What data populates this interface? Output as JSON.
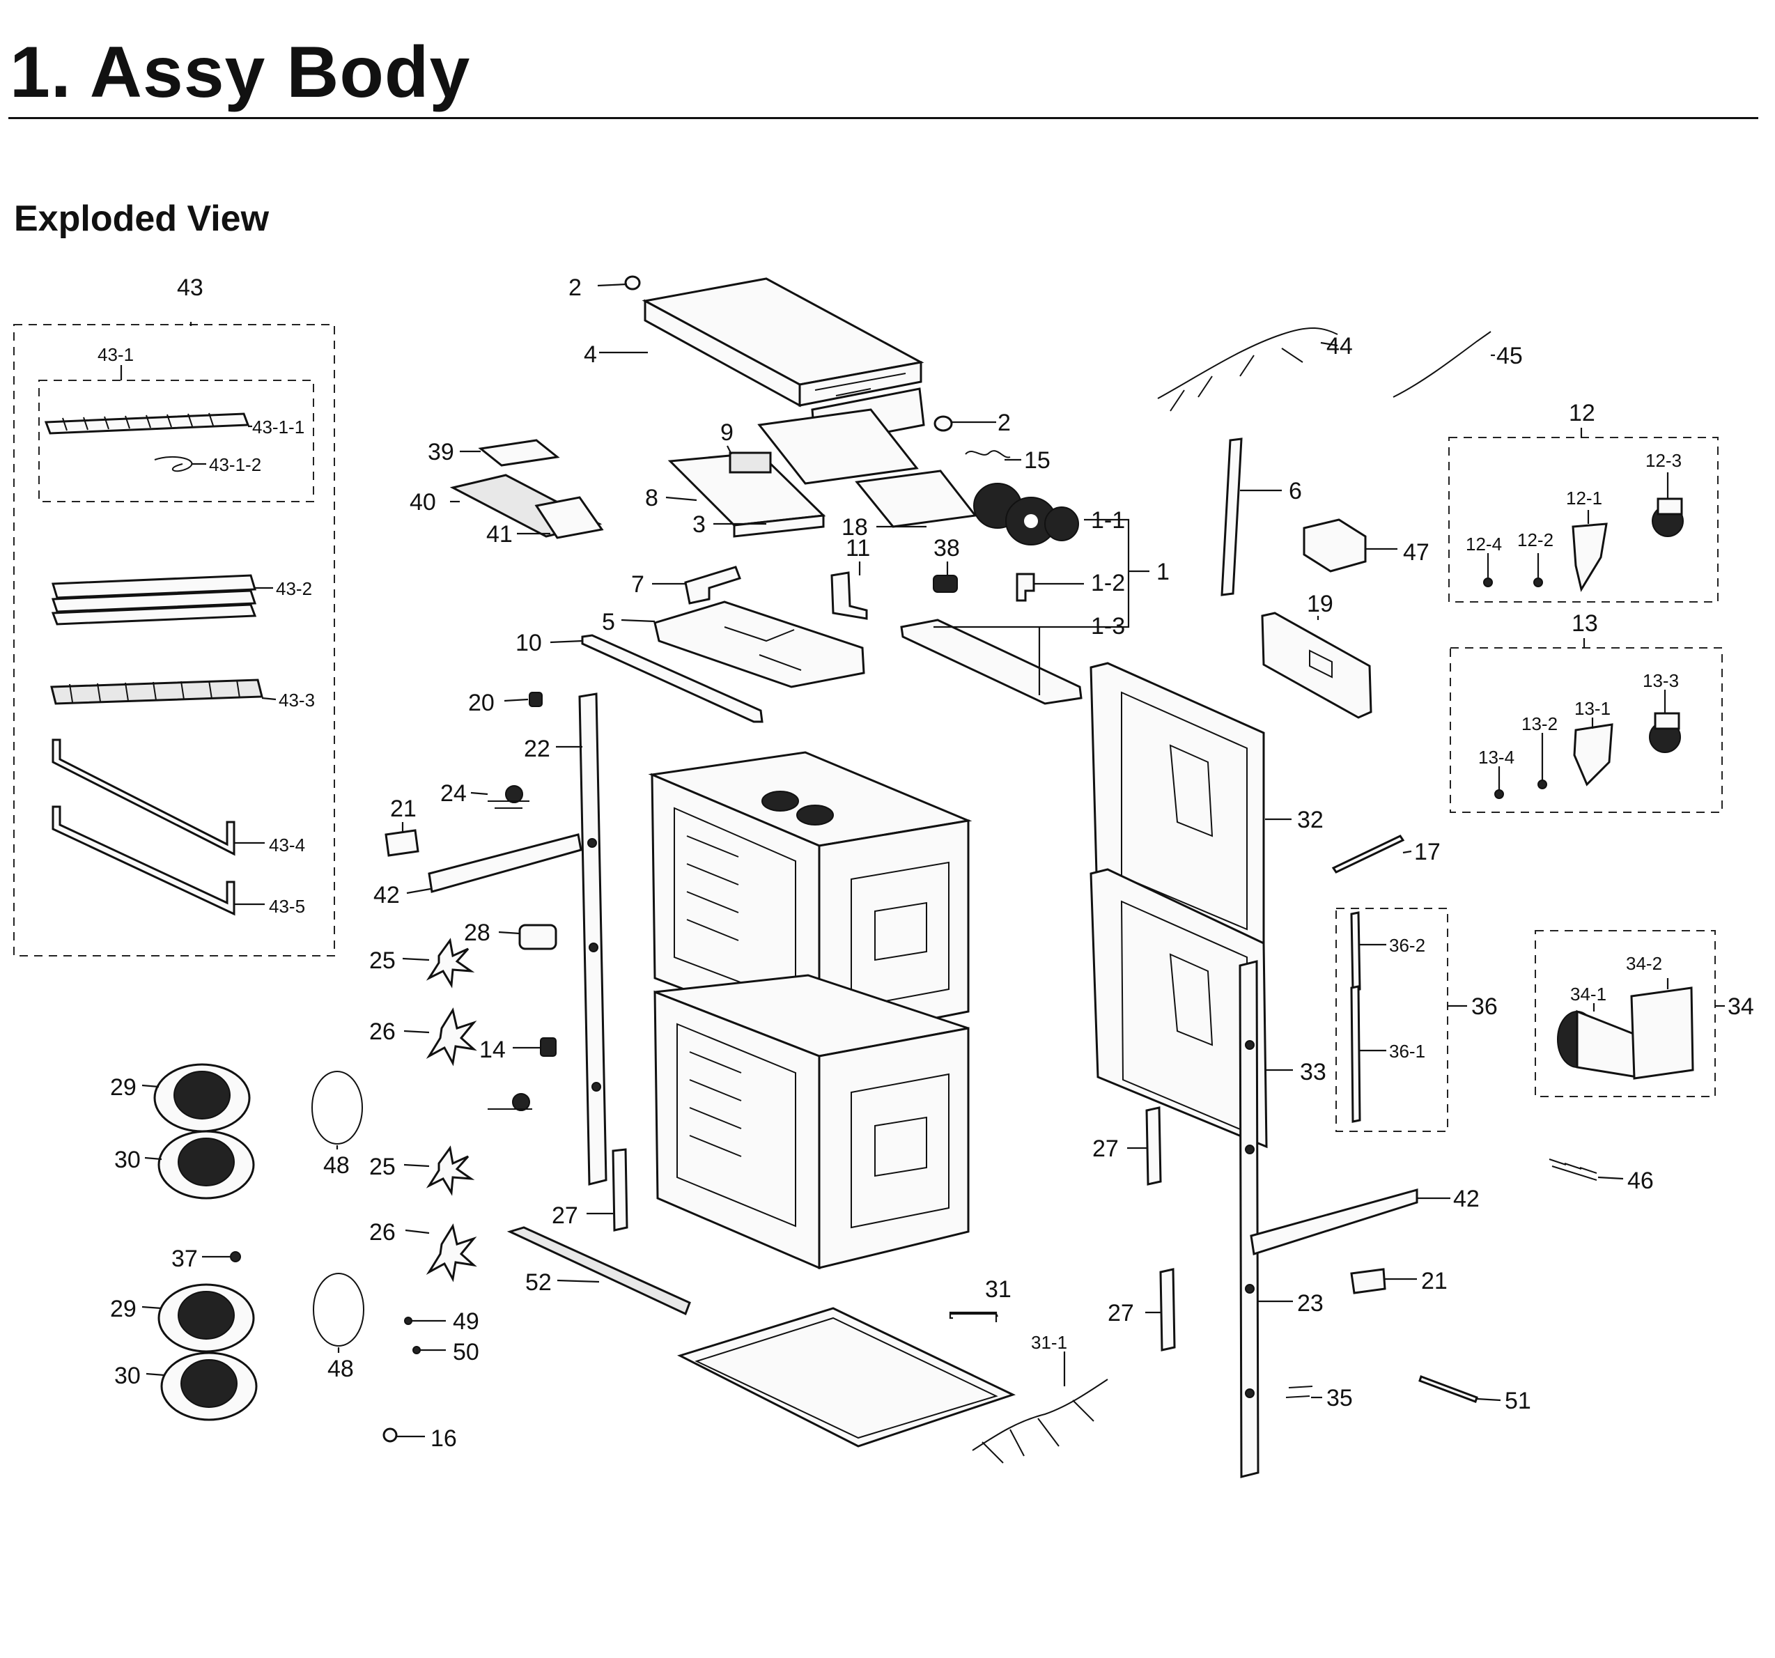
{
  "header": {
    "title": "1.  Assy Body",
    "subtitle": "Exploded View"
  },
  "callouts": {
    "c1": "1",
    "c1_1": "1-1",
    "c1_2": "1-2",
    "c1_3": "1-3",
    "c2a": "2",
    "c2b": "2",
    "c3": "3",
    "c4": "4",
    "c5": "5",
    "c6": "6",
    "c7": "7",
    "c8": "8",
    "c9": "9",
    "c10": "10",
    "c11": "11",
    "c12": "12",
    "c12_1": "12-1",
    "c12_2": "12-2",
    "c12_3": "12-3",
    "c12_4": "12-4",
    "c13": "13",
    "c13_1": "13-1",
    "c13_2": "13-2",
    "c13_3": "13-3",
    "c13_4": "13-4",
    "c14": "14",
    "c15": "15",
    "c16": "16",
    "c17": "17",
    "c18": "18",
    "c19": "19",
    "c20": "20",
    "c21a": "21",
    "c21b": "21",
    "c22": "22",
    "c23": "23",
    "c24": "24",
    "c25a": "25",
    "c25b": "25",
    "c26a": "26",
    "c26b": "26",
    "c27a": "27",
    "c27b": "27",
    "c27c": "27",
    "c28": "28",
    "c29a": "29",
    "c29b": "29",
    "c30a": "30",
    "c30b": "30",
    "c31": "31",
    "c31_1": "31-1",
    "c32": "32",
    "c33": "33",
    "c34": "34",
    "c34_1": "34-1",
    "c34_2": "34-2",
    "c35": "35",
    "c36": "36",
    "c36_1": "36-1",
    "c36_2": "36-2",
    "c37": "37",
    "c38": "38",
    "c39": "39",
    "c40": "40",
    "c41": "41",
    "c42a": "42",
    "c42b": "42",
    "c43": "43",
    "c43_1": "43-1",
    "c43_1_1": "43-1-1",
    "c43_1_2": "43-1-2",
    "c43_2": "43-2",
    "c43_3": "43-3",
    "c43_4": "43-4",
    "c43_5": "43-5",
    "c44": "44",
    "c45": "45",
    "c46": "46",
    "c47": "47",
    "c48a": "48",
    "c48b": "48",
    "c49": "49",
    "c50": "50",
    "c51": "51",
    "c52": "52"
  }
}
